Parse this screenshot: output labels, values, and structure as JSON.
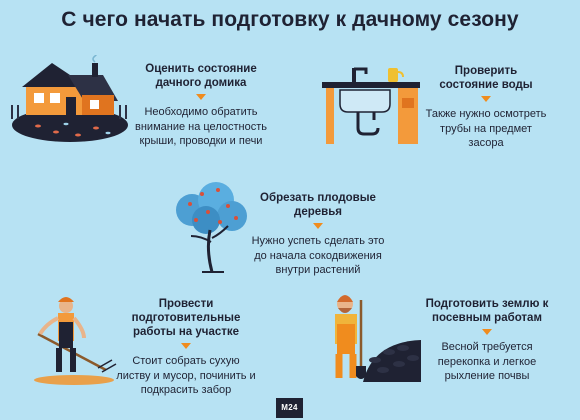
{
  "title": "С чего начать подготовку к дачному сезону",
  "items": [
    {
      "heading": "Оценить состояние дачного домика",
      "body": "Необходимо обратить внимание на целостность крыши, проводки и печи"
    },
    {
      "heading": "Проверить состояние воды",
      "body": "Также нужно осмотреть трубы на предмет засора"
    },
    {
      "heading": "Обрезать плодовые деревья",
      "body": "Нужно успеть сделать это до начала сокодвижения внутри растений"
    },
    {
      "heading": "Провести подготовительные работы на участке",
      "body": "Стоит собрать сухую листву и мусор, починить и подкрасить забор"
    },
    {
      "heading": "Подготовить землю к посевным работам",
      "body": "Весной требуется перекопка и легкое рыхление почвы"
    }
  ],
  "logo": "M24",
  "colors": {
    "background": "#b7e2f3",
    "accent": "#f08c1e",
    "ink": "#1f2233"
  }
}
